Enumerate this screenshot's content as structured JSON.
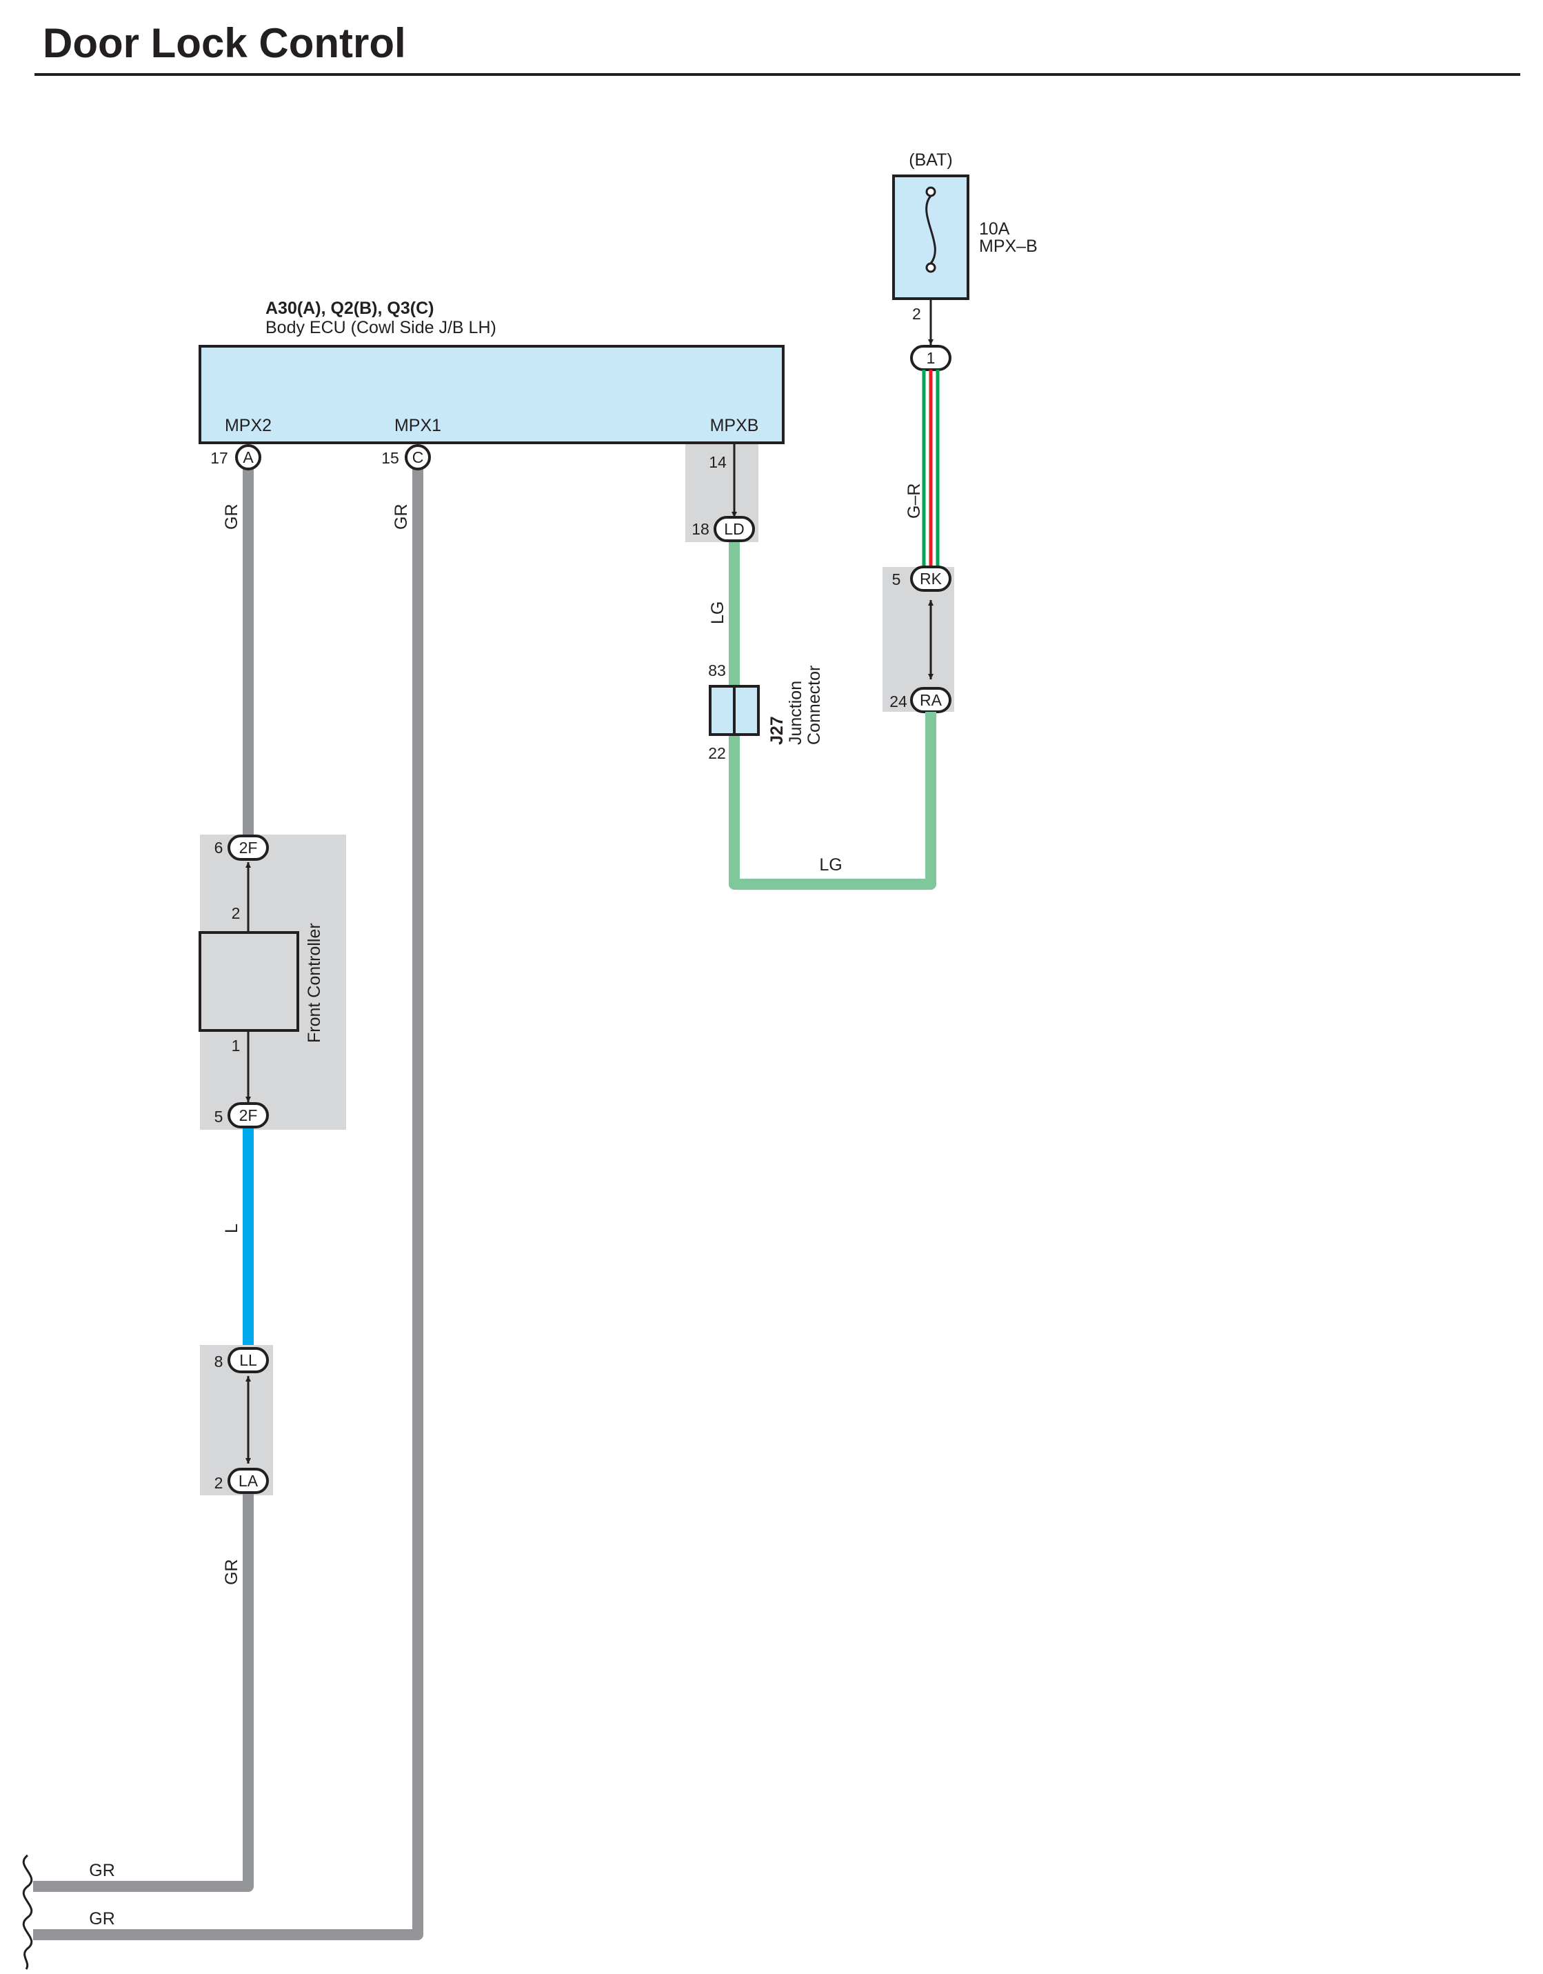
{
  "title": "Door Lock Control",
  "colors": {
    "wire_gray": "#939598",
    "wire_green": "#7fc89b",
    "wire_blue": "#00a9ec",
    "wire_red": "#ed1c24",
    "wire_darkgreen": "#00a651",
    "component_fill": "#c8e8f8",
    "connector_box": "#d6d7d9",
    "controller_fill": "#d8d9db",
    "outline": "#231f20"
  },
  "battery": {
    "source_label": "(BAT)",
    "fuse_amp": "10A",
    "fuse_name": "MPX–B",
    "fuse_pin": "2",
    "connector_id": "1"
  },
  "ecu": {
    "connectors": "A30(A), Q2(B), Q3(C)",
    "name": "Body ECU (Cowl Side J/B LH)",
    "terminals": [
      {
        "name": "MPX2",
        "pin": "17",
        "conn": "A"
      },
      {
        "name": "MPX1",
        "pin": "15",
        "conn": "C"
      },
      {
        "name": "MPXB",
        "pin": "14"
      }
    ]
  },
  "connectors": {
    "ld": {
      "pin": "18",
      "id": "LD"
    },
    "rk": {
      "pin": "5",
      "id": "RK"
    },
    "ra": {
      "pin": "24",
      "id": "RA"
    },
    "twof_top": {
      "pin": "6",
      "id": "2F"
    },
    "twof_bottom": {
      "pin": "5",
      "id": "2F"
    },
    "ll": {
      "pin": "8",
      "id": "LL"
    },
    "la": {
      "pin": "2",
      "id": "LA"
    }
  },
  "junction": {
    "code": "J27",
    "line1": "Junction",
    "line2": "Connector",
    "pin_top": "83",
    "pin_bottom": "22"
  },
  "front_controller": {
    "name": "Front Controller",
    "pin_top": "2",
    "pin_bottom": "1"
  },
  "wires": {
    "gr": "GR",
    "lg": "LG",
    "gr_red": "G–R",
    "l": "L"
  }
}
